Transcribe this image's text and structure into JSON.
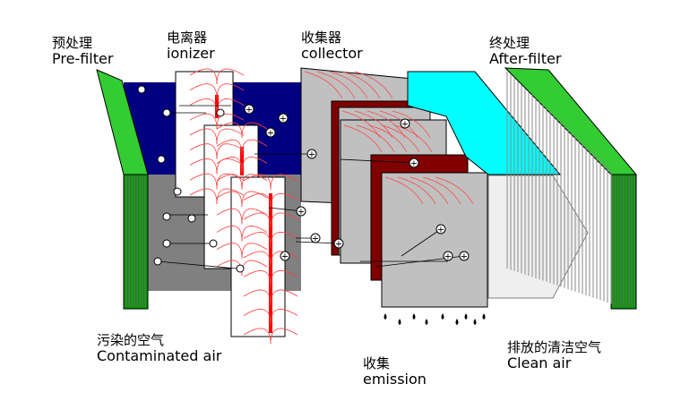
{
  "labels": {
    "prefilter": {
      "cn": "预处理",
      "en": "Pre-filter"
    },
    "ionizer": {
      "cn": "电离器",
      "en": "ionizer"
    },
    "collector": {
      "cn": "收集器",
      "en": "collector"
    },
    "afterfilter": {
      "cn": "终处理",
      "en": "After-filter"
    },
    "contaminated": {
      "cn": "污染的空气",
      "en": "Contaminated air"
    },
    "emission": {
      "cn": "收集",
      "en": "emission"
    },
    "clean": {
      "cn": "排放的清洁空气",
      "en": "Clean air"
    }
  },
  "colors": {
    "filter_green": "#33cc33",
    "filter_dark_green": "#009900",
    "dirty_zone": "#000080",
    "gray_zone": "#808080",
    "ionizer_wire": "#ff0000",
    "collector_plate": "#c0c0c0",
    "collector_maroon": "#800000",
    "after_filter_cyan": "#00ffff",
    "clean_arrow": "#f0f0f0"
  },
  "particle_signs": {
    "charged": "+"
  }
}
